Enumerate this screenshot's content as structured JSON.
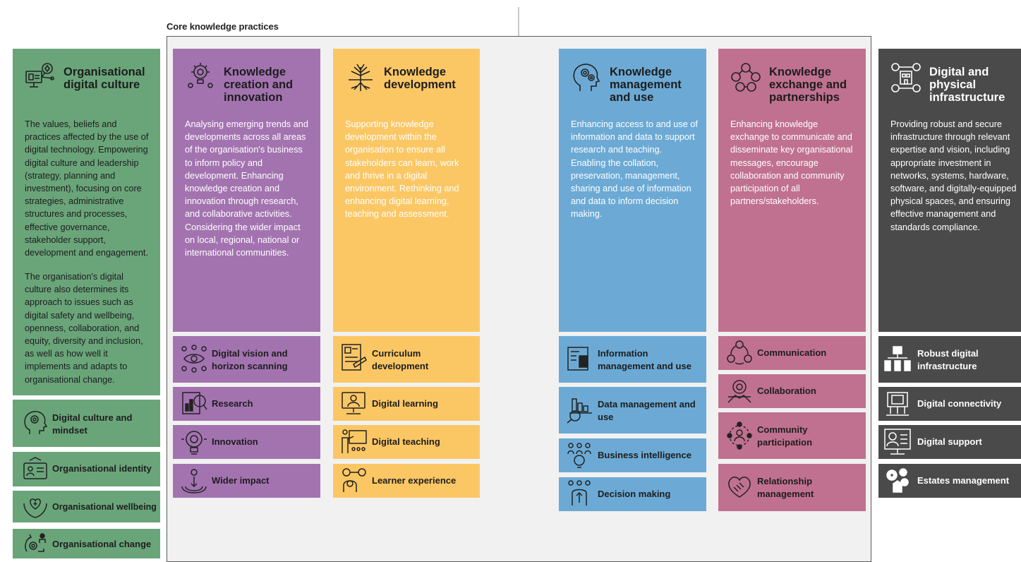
{
  "core_label": "Core knowledge practices",
  "colors": {
    "green": "#6aa57a",
    "purple": "#a373b0",
    "yellow": "#fbc765",
    "blue": "#6caad5",
    "pink": "#c0718f",
    "dark": "#4a4a4a"
  },
  "columns": [
    {
      "key": "culture",
      "title": "Organisational digital culture",
      "icon": "computer-network-icon",
      "description": "The values, beliefs and practices affected by the use of digital technology. Empowering digital culture and leadership (strategy, planning and investment), focusing on core strategies, administrative structures and processes, effective governance, stakeholder support, development and engagement.",
      "description2": "The organisation's digital culture also determines its approach to issues such as digital safety and wellbeing, openness, collaboration, and equity, diversity and inclusion, as well as how well it implements and adapts to organisational change.",
      "items": [
        {
          "label": "Digital culture and mindset",
          "icon": "head-gears-icon"
        },
        {
          "label": "Organisational identity",
          "icon": "id-card-icon"
        },
        {
          "label": "Organisational wellbeing",
          "icon": "hands-heart-icon"
        },
        {
          "label": "Organisational change",
          "icon": "change-cycle-icon"
        }
      ]
    },
    {
      "key": "creation",
      "title": "Knowledge creation and innovation",
      "icon": "lightbulb-gears-icon",
      "description": "Analysing emerging trends and developments across all areas of the organisation's business to inform policy and development. Enhancing knowledge creation and innovation through research, and collaborative activities. Considering the wider impact on local, regional, national or international communities.",
      "items": [
        {
          "label": "Digital vision and horizon scanning",
          "icon": "eye-network-icon"
        },
        {
          "label": "Research",
          "icon": "research-chart-icon"
        },
        {
          "label": "Innovation",
          "icon": "innovation-bulb-icon"
        },
        {
          "label": "Wider impact",
          "icon": "ripple-person-icon"
        }
      ]
    },
    {
      "key": "development",
      "title": "Knowledge development",
      "icon": "tree-roots-icon",
      "description": "Supporting knowledge development within the organisation to ensure all stakeholders can learn, work and thrive in a digital environment. Rethinking and enhancing digital learning, teaching and assessment.",
      "items": [
        {
          "label": "Curriculum development",
          "icon": "curriculum-doc-icon"
        },
        {
          "label": "Digital learning",
          "icon": "monitor-learner-icon"
        },
        {
          "label": "Digital teaching",
          "icon": "teacher-board-icon"
        },
        {
          "label": "Learner experience",
          "icon": "learner-idea-icon"
        }
      ]
    },
    {
      "key": "management",
      "title": "Knowledge management and use",
      "icon": "head-brain-gears-icon",
      "description": "Enhancing access to and use of information and data to support research and teaching. Enabling the collation, preservation, management, sharing and use of information and data to inform decision making.",
      "items": [
        {
          "label": "Information management and use",
          "icon": "info-document-icon"
        },
        {
          "label": "Data management and use",
          "icon": "data-magnifier-icon"
        },
        {
          "label": "Business intelligence",
          "icon": "team-bulb-icon"
        },
        {
          "label": "Decision making",
          "icon": "decision-arrows-icon"
        }
      ]
    },
    {
      "key": "exchange",
      "title": "Knowledge exchange and partnerships",
      "icon": "people-network-icon",
      "description": "Enhancing knowledge exchange to communicate and disseminate key organisational messages, encourage collaboration and community participation of all partners/stakeholders.",
      "items": [
        {
          "label": "Communication",
          "icon": "people-communication-icon"
        },
        {
          "label": "Collaboration",
          "icon": "hands-gears-icon"
        },
        {
          "label": "Community participation",
          "icon": "community-circle-icon"
        },
        {
          "label": "Relationship management",
          "icon": "handshake-heart-icon"
        }
      ]
    },
    {
      "key": "infrastructure",
      "title": "Digital and physical infrastructure",
      "icon": "connected-building-icon",
      "description": "Providing robust and secure infrastructure through relevant expertise and vision, including appropriate investment in networks, systems, hardware, software, and digitally-equipped physical spaces, and ensuring effective management and standards compliance.",
      "items": [
        {
          "label": "Robust digital infrastructure",
          "icon": "server-network-icon"
        },
        {
          "label": "Digital connectivity",
          "icon": "connectivity-device-icon"
        },
        {
          "label": "Digital support",
          "icon": "support-person-icon"
        },
        {
          "label": "Estates management",
          "icon": "estates-gears-icon"
        }
      ]
    }
  ]
}
